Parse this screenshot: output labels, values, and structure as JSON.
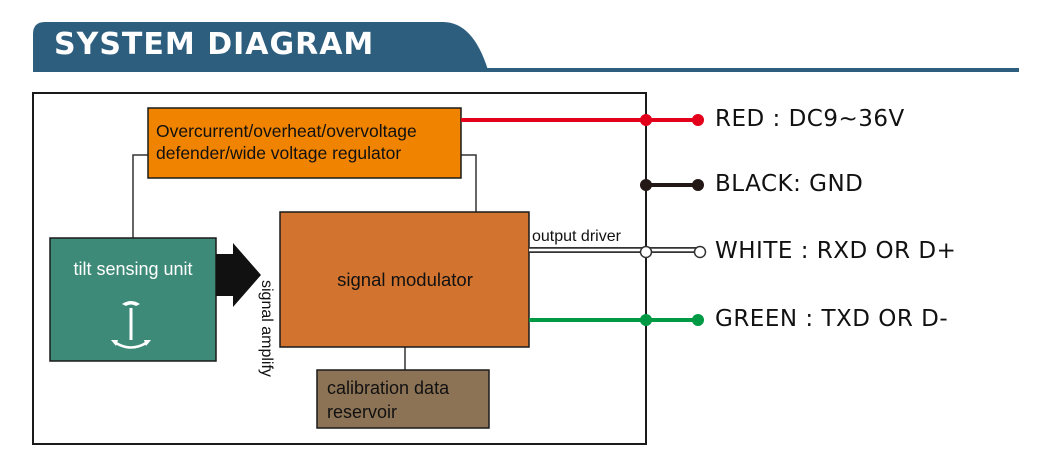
{
  "header": {
    "title": "SYSTEM DIAGRAM"
  },
  "blocks": {
    "protection": {
      "line1": "Overcurrent/overheat/overvoltage",
      "line2": "defender/wide voltage regulator"
    },
    "tilt_sensing": {
      "label": "tilt sensing unit"
    },
    "signal_modulator": {
      "label": "signal modulator"
    },
    "calibration": {
      "line1": "calibration data",
      "line2": "reservoir"
    }
  },
  "annotations": {
    "signal_amplify": "signal amplify",
    "output_driver": "output driver"
  },
  "wires": [
    {
      "label": "RED : DC9~36V",
      "color": "#e3001b"
    },
    {
      "label": "BLACK: GND",
      "color": "#231815"
    },
    {
      "label": "WHITE : RXD OR D+",
      "color": "#ffffff"
    },
    {
      "label": "GREEN : TXD OR D-",
      "color": "#009a44"
    }
  ],
  "colors": {
    "header": "#2e5e7e",
    "protection_block": "#f08300",
    "tilt_block": "#3e8a78",
    "modulator_block": "#d2742f",
    "calibration_block": "#8c7356"
  }
}
